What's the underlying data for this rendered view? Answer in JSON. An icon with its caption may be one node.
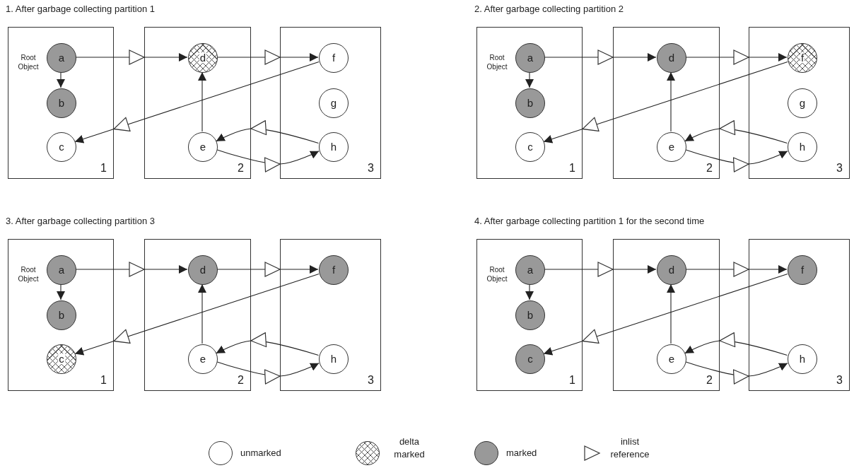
{
  "diagram": {
    "nodes": [
      {
        "text": [
          "1"
        ]
      },
      {
        "text": [
          "a"
        ],
        "in": 0,
        "beside": [
          "Root Object"
        ]
      },
      {
        "text": [
          "b"
        ],
        "in": 0
      },
      {
        "text": [
          "c"
        ],
        "in": 0
      },
      {
        "text": [
          "2"
        ]
      },
      {
        "text": [
          "d"
        ],
        "in": 4
      },
      {
        "text": [
          "e"
        ],
        "in": 4
      },
      {
        "text": [
          "3"
        ]
      },
      {
        "text": [
          "f"
        ],
        "in": 7
      },
      {
        "text": [
          "g"
        ],
        "in": 7
      },
      {
        "text": [
          "h"
        ],
        "in": 7
      },
      {
        "text": [
          "1"
        ]
      },
      {
        "text": [
          "a"
        ],
        "in": 11,
        "beside": [
          "Root Object"
        ]
      },
      {
        "text": [
          "b"
        ],
        "in": 11
      },
      {
        "text": [
          "c"
        ],
        "in": 11
      },
      {
        "text": [
          "2"
        ]
      },
      {
        "text": [
          "d"
        ],
        "in": 15
      },
      {
        "text": [
          "e"
        ],
        "in": 15
      },
      {
        "text": [
          "3"
        ]
      },
      {
        "text": [
          "f"
        ],
        "in": 18
      },
      {
        "text": [
          "g"
        ],
        "in": 18
      },
      {
        "text": [
          "h"
        ],
        "in": 18
      },
      {
        "text": [
          "1"
        ]
      },
      {
        "text": [
          "a"
        ],
        "in": 22,
        "beside": [
          "Root Object"
        ]
      },
      {
        "text": [
          "b"
        ],
        "in": 22
      },
      {
        "text": [
          "c"
        ],
        "in": 22
      },
      {
        "text": [
          "2"
        ]
      },
      {
        "text": [
          "d"
        ],
        "in": 26
      },
      {
        "text": [
          "e"
        ],
        "in": 26
      },
      {
        "text": [
          "3"
        ]
      },
      {
        "text": [
          "f"
        ],
        "in": 29
      },
      {
        "text": [
          "h"
        ],
        "in": 29
      },
      {
        "text": [
          "1"
        ]
      },
      {
        "text": [
          "a"
        ],
        "in": 32,
        "beside": [
          "Root Object"
        ]
      },
      {
        "text": [
          "b"
        ],
        "in": 32
      },
      {
        "text": [
          "c"
        ],
        "in": 32
      },
      {
        "text": [
          "2"
        ]
      },
      {
        "text": [
          "d"
        ],
        "in": 36
      },
      {
        "text": [
          "e"
        ],
        "in": 36
      },
      {
        "text": [
          "3"
        ]
      },
      {
        "text": [
          "f"
        ],
        "in": 39
      },
      {
        "text": [
          "h"
        ],
        "in": 39
      }
    ],
    "edges": [
      {
        "from": 1,
        "to": 2,
        "arrow": "to"
      },
      {
        "from": 1,
        "to": 5,
        "arrow": "to"
      },
      {
        "from": 5,
        "to": 8,
        "arrow": "to"
      },
      {
        "from": 6,
        "to": 5,
        "arrow": "to"
      },
      {
        "from": 8,
        "to": 3,
        "arrow": "to"
      },
      {
        "from": 10,
        "to": 6,
        "arrow": "to"
      },
      {
        "from": 6,
        "to": 10,
        "arrow": "to"
      },
      {
        "from": 12,
        "to": 13,
        "arrow": "to"
      },
      {
        "from": 12,
        "to": 16,
        "arrow": "to"
      },
      {
        "from": 16,
        "to": 19,
        "arrow": "to"
      },
      {
        "from": 17,
        "to": 16,
        "arrow": "to"
      },
      {
        "from": 19,
        "to": 14,
        "arrow": "to"
      },
      {
        "from": 21,
        "to": 17,
        "arrow": "to"
      },
      {
        "from": 17,
        "to": 21,
        "arrow": "to"
      },
      {
        "from": 23,
        "to": 24,
        "arrow": "to"
      },
      {
        "from": 23,
        "to": 27,
        "arrow": "to"
      },
      {
        "from": 27,
        "to": 30,
        "arrow": "to"
      },
      {
        "from": 28,
        "to": 27,
        "arrow": "to"
      },
      {
        "from": 30,
        "to": 25,
        "arrow": "to"
      },
      {
        "from": 31,
        "to": 28,
        "arrow": "to"
      },
      {
        "from": 28,
        "to": 31,
        "arrow": "to"
      },
      {
        "from": 33,
        "to": 34,
        "arrow": "to"
      },
      {
        "from": 33,
        "to": 37,
        "arrow": "to"
      },
      {
        "from": 37,
        "to": 40,
        "arrow": "to"
      },
      {
        "from": 38,
        "to": 37,
        "arrow": "to"
      },
      {
        "from": 40,
        "to": 35,
        "arrow": "to"
      },
      {
        "from": 41,
        "to": 38,
        "arrow": "to"
      },
      {
        "from": 38,
        "to": 41,
        "arrow": "to"
      }
    ],
    "labels": [
      "1. After garbage collecting partition 1",
      "2. After garbage collecting partition 2",
      "3. After garbage collecting partition 3",
      "4. After garbage collecting partition 1 for the second time"
    ],
    "legend": [
      {
        "text": "unmarked",
        "color": "#ffffff"
      },
      {
        "text": "delta marked"
      },
      {
        "text": "marked",
        "color": "#999999"
      },
      {
        "text": "inlist reference"
      }
    ]
  }
}
